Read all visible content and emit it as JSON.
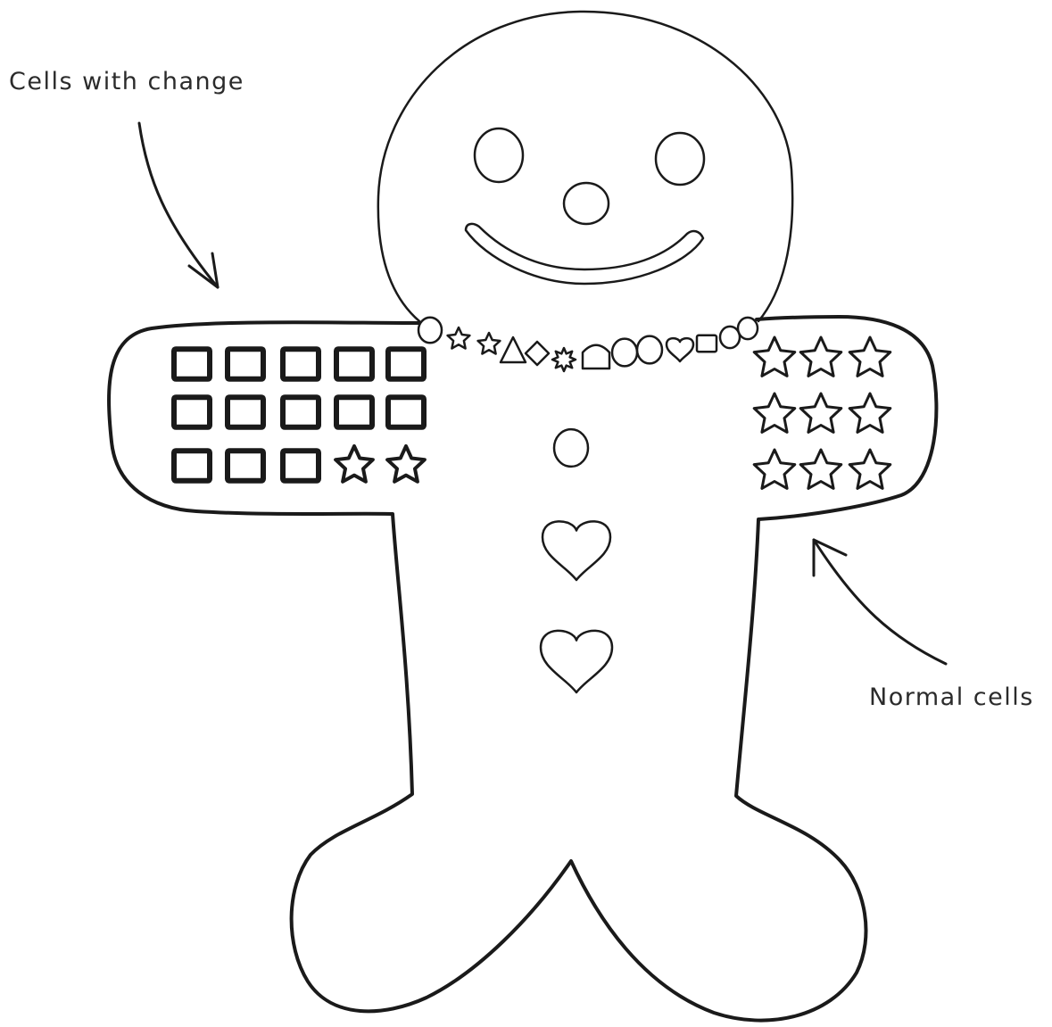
{
  "annotations": {
    "changed_cells_label": "Cells with change",
    "normal_cells_label": "Normal cells"
  },
  "figure": {
    "subject": "gingerbread-man",
    "left_arm_cells": [
      "square",
      "square",
      "square",
      "square",
      "square",
      "square",
      "square",
      "square",
      "square",
      "square",
      "square",
      "square",
      "square",
      "star",
      "star"
    ],
    "right_arm_cells": [
      "star",
      "star",
      "star",
      "star",
      "star",
      "star",
      "star",
      "star",
      "star"
    ],
    "neck_beads": [
      "circle",
      "star",
      "star",
      "triangle",
      "diamond",
      "burst",
      "pentagon",
      "circle",
      "circle",
      "heart",
      "square",
      "circle",
      "circle"
    ],
    "body_buttons": [
      "circle",
      "heart",
      "heart"
    ],
    "colors": {
      "ink": "#1a1a1a",
      "background": "#ffffff"
    }
  }
}
